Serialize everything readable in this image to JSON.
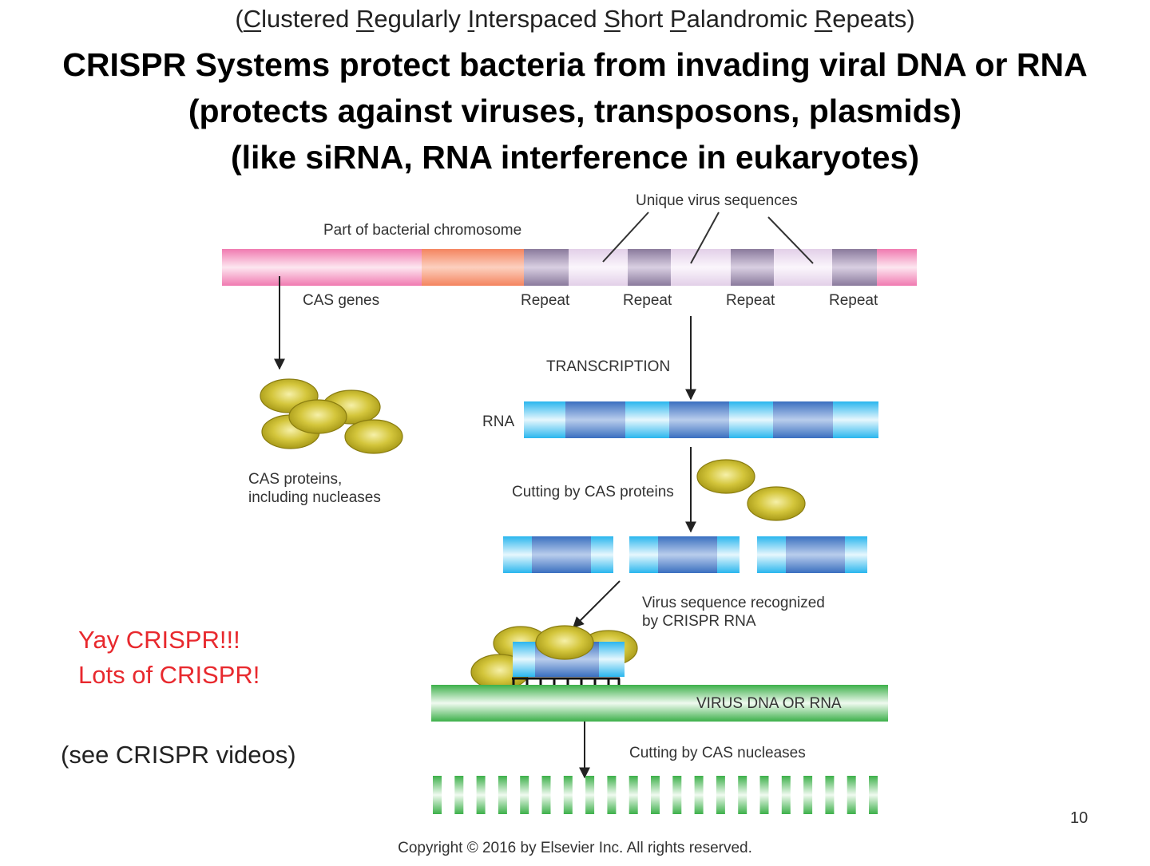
{
  "acronym": {
    "parts": [
      {
        "u": "C",
        "rest": "lustered "
      },
      {
        "u": "R",
        "rest": "egularly "
      },
      {
        "u": "I",
        "rest": "nterspaced "
      },
      {
        "u": "S",
        "rest": "hort "
      },
      {
        "u": "P",
        "rest": "alandromic "
      },
      {
        "u": "R",
        "rest": "epeats"
      }
    ]
  },
  "title": {
    "line1": "CRISPR Systems protect bacteria from invading viral DNA or RNA",
    "line2": "(protects against viruses, transposons, plasmids)",
    "line3": "(like siRNA, RNA interference in eukaryotes)"
  },
  "diagram": {
    "unique_virus_sequences": "Unique virus sequences",
    "bacterial_chromosome": "Part of bacterial chromosome",
    "cas_genes": "CAS genes",
    "repeat": "Repeat",
    "transcription": "TRANSCRIPTION",
    "rna": "RNA",
    "cas_proteins_line1": "CAS proteins,",
    "cas_proteins_line2": "including nucleases",
    "cutting_by_cas_proteins": "Cutting by CAS proteins",
    "virus_recognized_line1": "Virus sequence recognized",
    "virus_recognized_line2": "by CRISPR RNA",
    "virus_dna_or_rna": "VIRUS DNA OR RNA",
    "cutting_by_cas_nucleases": "Cutting by CAS nucleases"
  },
  "annotation": {
    "line1": "Yay CRISPR!!!",
    "line2": "Lots of CRISPR!"
  },
  "see_videos": "(see CRISPR videos)",
  "page_number": "10",
  "copyright": "Copyright © 2016 by Elsevier Inc. All rights reserved.",
  "colors": {
    "chromosome_pink": "#f07ab0",
    "cas_gene_orange": "#f4845f",
    "repeat_purple": "#8a7a9c",
    "spacer_lavender": "#e2cfe8",
    "rna_light_blue": "#2ab6ee",
    "rna_dark_blue": "#3a6fc0",
    "protein_olive": "#c0b020",
    "virus_green": "#3db04a",
    "annotation_red": "#e8292e"
  }
}
